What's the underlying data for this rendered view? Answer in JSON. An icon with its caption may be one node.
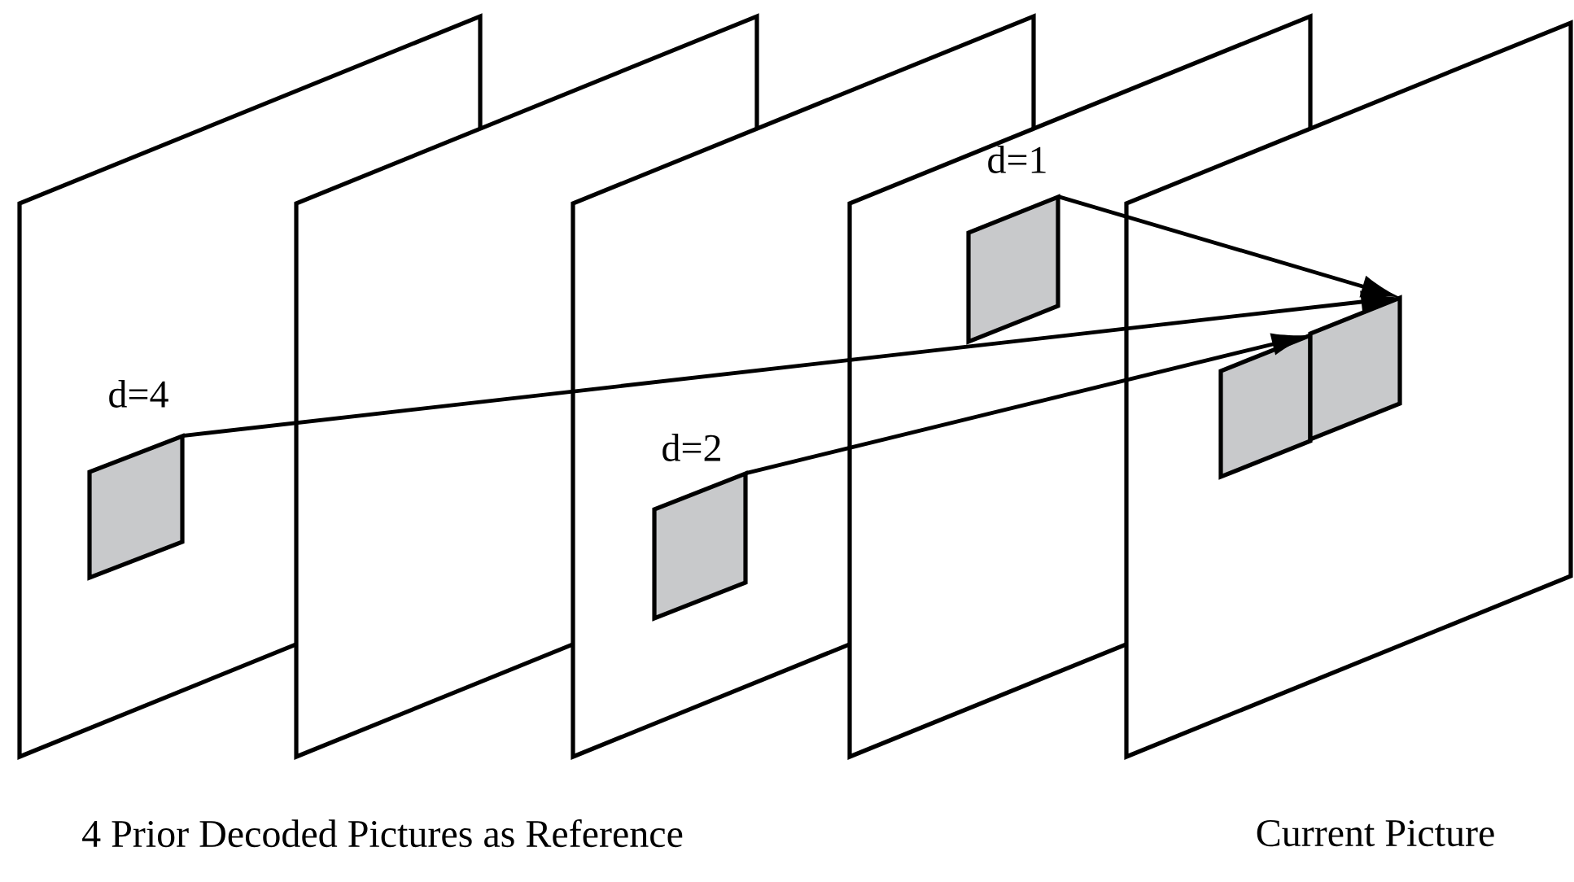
{
  "diagram": {
    "nodes": [
      {
        "text": [],
        "shape": "box"
      },
      {
        "text": [],
        "shape": "box"
      },
      {
        "text": [],
        "shape": "box"
      },
      {
        "text": [],
        "shape": "box"
      },
      {
        "text": [],
        "shape": "box"
      }
    ],
    "edges": [
      {
        "from": 0,
        "to": 4,
        "arrow": "to",
        "label": "d=4"
      },
      {
        "from": 1,
        "to": 3,
        "arrow": "to",
        "label": "d=2"
      },
      {
        "from": 2,
        "to": 4,
        "arrow": "to",
        "label": "d=1"
      }
    ],
    "labels": [
      "4 Prior Decoded Pictures as Reference",
      "Current Picture"
    ]
  }
}
